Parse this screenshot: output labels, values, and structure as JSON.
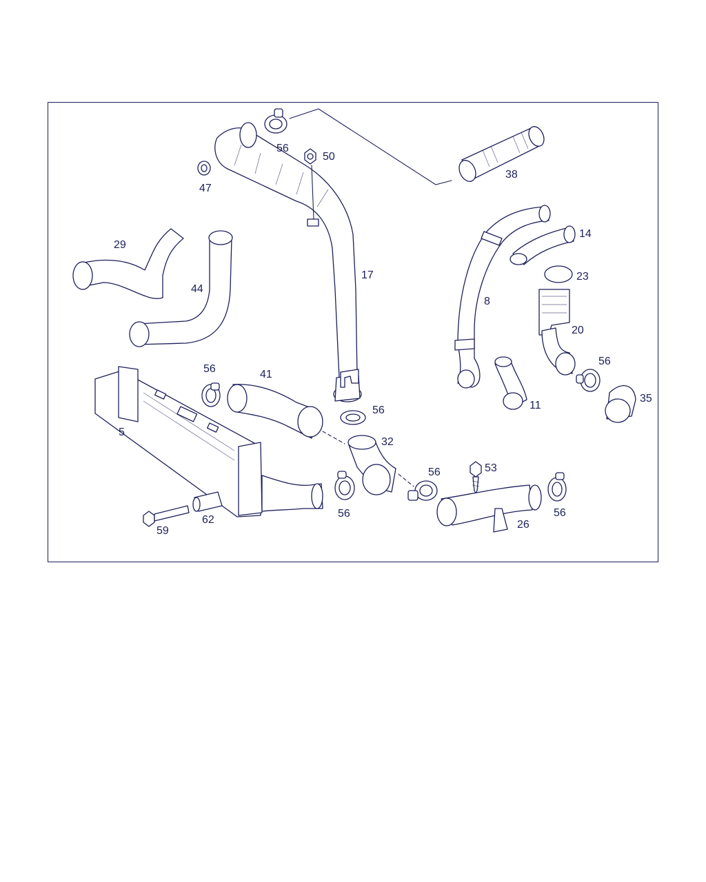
{
  "diagram": {
    "labels": {
      "p56a": "56",
      "p50": "50",
      "p47": "47",
      "p38": "38",
      "p29": "29",
      "p44": "44",
      "p17": "17",
      "p14": "14",
      "p23": "23",
      "p8": "8",
      "p20": "20",
      "p56b": "56",
      "p35": "35",
      "p11": "11",
      "p56c": "56",
      "p41": "41",
      "p56d": "56",
      "p5": "5",
      "p32": "32",
      "p56e": "56",
      "p53": "53",
      "p56f": "56",
      "p56g": "56",
      "p26": "26",
      "p59": "59",
      "p62": "62"
    }
  },
  "colors": {
    "line": "#1c1f5a",
    "background": "#ffffff"
  }
}
